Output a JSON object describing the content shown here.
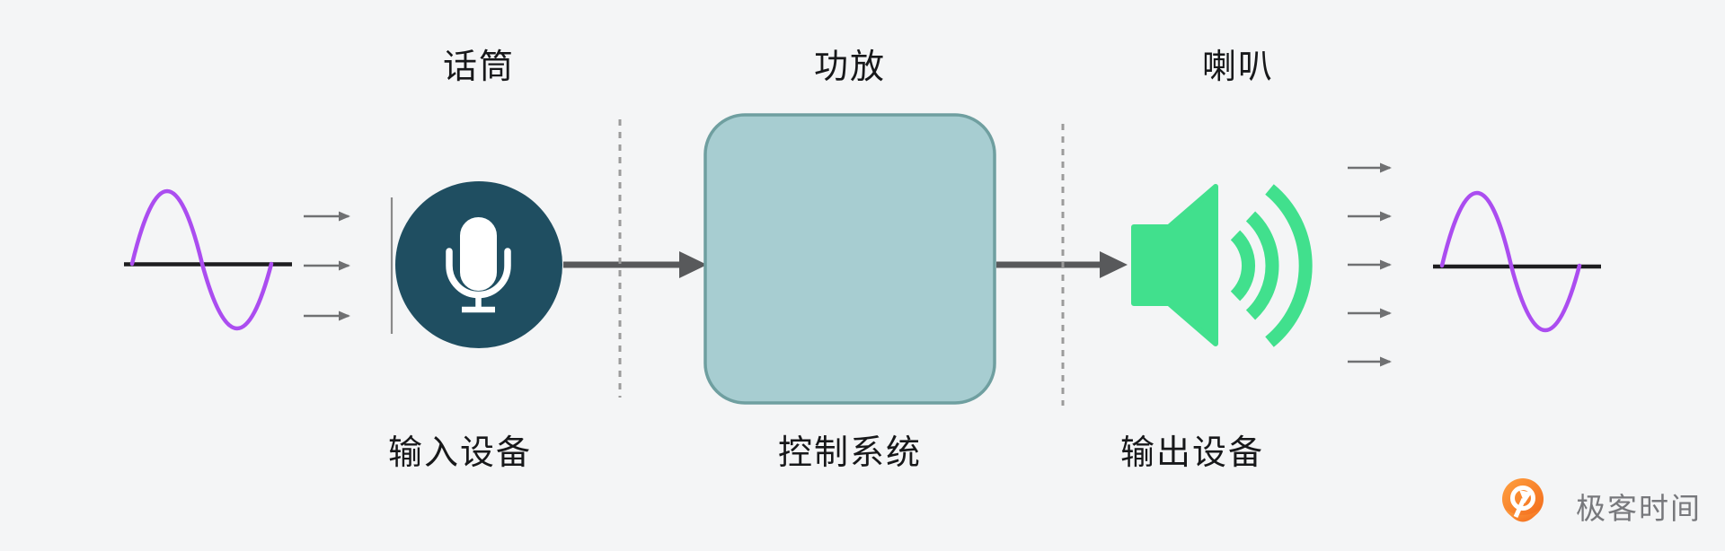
{
  "page": {
    "background": "#f4f5f6",
    "description": "sound-system-signal-flow-diagram"
  },
  "diagram": {
    "stages": [
      {
        "id": "input",
        "top_label": "话筒",
        "bottom_label": "输入设备",
        "icon": "microphone-icon"
      },
      {
        "id": "control",
        "top_label": "功放",
        "bottom_label": "控制系统",
        "icon": "process-box"
      },
      {
        "id": "output",
        "top_label": "喇叭",
        "bottom_label": "输出设备",
        "icon": "speaker-icon"
      }
    ],
    "colors": {
      "mic_circle": "#1f4e61",
      "mic_glyph": "#ffffff",
      "box_fill": "#a7cdd1",
      "box_border": "#6f9fa0",
      "speaker_green": "#41e08d",
      "wave_purple": "#ab4df0",
      "axis_black": "#1d1d1f",
      "arrow_dark": "#58595b",
      "arrow_small": "#6f7072",
      "dashed_line": "#9b9b9b",
      "barrier_line": "#8a8a8a"
    }
  },
  "branding": {
    "logo_icon": "geektime-logo",
    "logo_text": "极客时间",
    "logo_orange_light": "#ffa040",
    "logo_orange_dark": "#f26a1b",
    "logo_text_color": "#77787c"
  }
}
